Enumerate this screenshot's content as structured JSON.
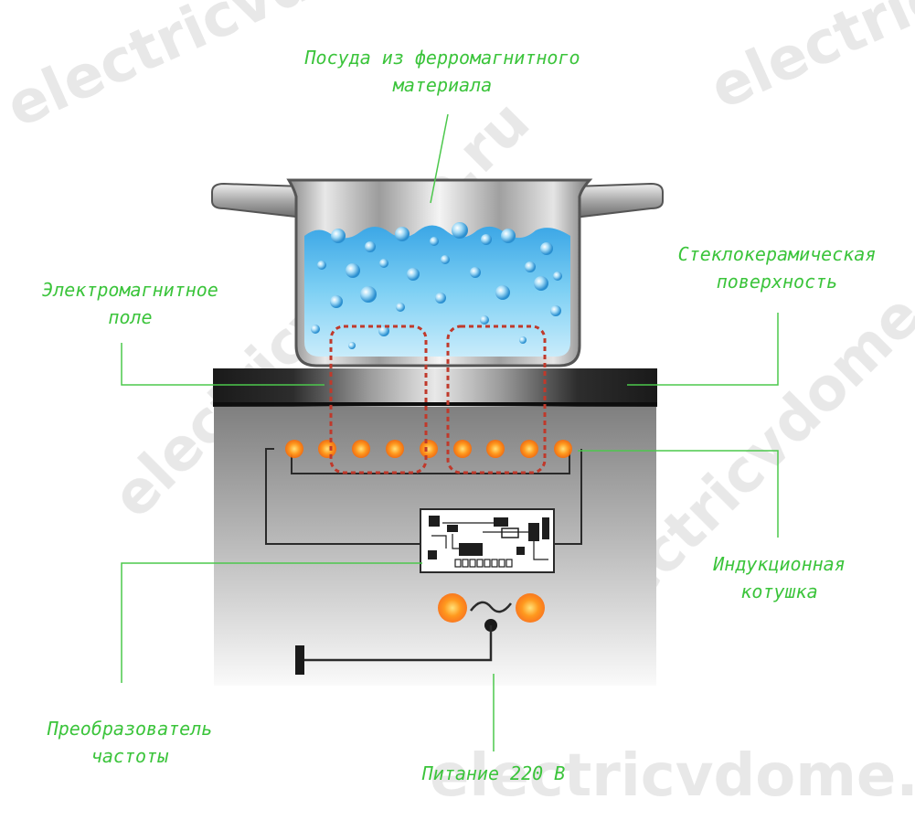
{
  "watermark": {
    "text": "electricvdome.ru",
    "color": "#d0d0d0"
  },
  "labels": {
    "cookware": {
      "line1": "Посуда из ферромагнитного",
      "line2": "материала"
    },
    "ceramic_surface": {
      "line1": "Стеклокерамическая",
      "line2": "поверхность"
    },
    "em_field": {
      "line1": "Электромагнитное",
      "line2": "поле"
    },
    "induction_coil": {
      "line1": "Индукционная",
      "line2": "котушка"
    },
    "frequency_converter": {
      "line1": "Преобразователь",
      "line2": "частоты"
    },
    "power_supply": {
      "line1": "Питание 220 В"
    }
  },
  "colors": {
    "label_green": "#3bc43b",
    "leader_green": "#4cc84c",
    "water_blue": "#4fb8ea",
    "field_red": "#c0392b",
    "coil_orange": "#ff9a1f",
    "body_gray": "#8c8c8c",
    "hob_black": "#1a1a1a"
  }
}
